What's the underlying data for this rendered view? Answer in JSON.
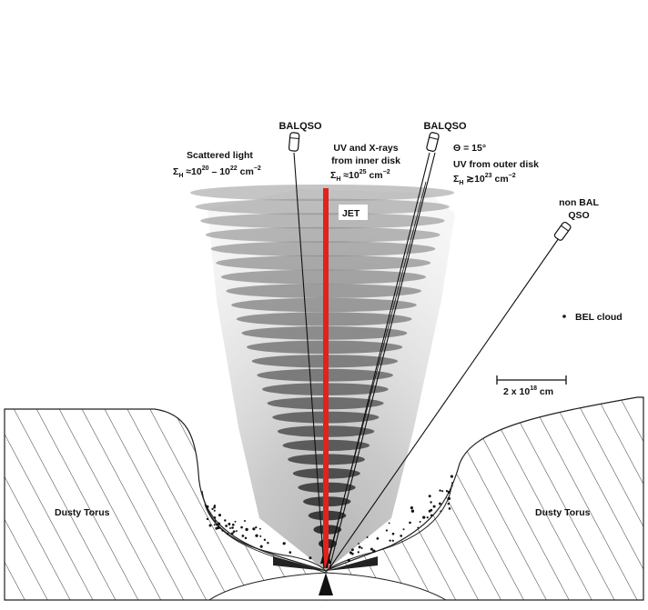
{
  "labels": {
    "balqso_left": "BALQSO",
    "balqso_right": "BALQSO",
    "scattered_line1": "Scattered light",
    "scattered_sigma": "Σ",
    "scattered_sub": "H",
    "scattered_mid": " ≈10",
    "scattered_exp1": "20",
    "scattered_dash": " – 10",
    "scattered_exp2": "22",
    "scattered_unit": " cm",
    "scattered_unit_exp": "−2",
    "uv_line1": "UV and X-rays",
    "uv_line2": "from inner disk",
    "uv_sigma": "Σ",
    "uv_sub": "H",
    "uv_mid": " ≈10",
    "uv_exp": "25",
    "uv_unit": " cm",
    "uv_unit_exp": "−2",
    "theta": "Θ = 15°",
    "outer_line1": "UV from outer disk",
    "outer_sigma": "Σ",
    "outer_sub": "H",
    "outer_mid": " ≳10",
    "outer_exp": "23",
    "outer_unit": " cm",
    "outer_unit_exp": "−2",
    "nonbal_line1": "non BAL",
    "nonbal_line2": "QSO",
    "jet": "JET",
    "bel_cloud": "BEL cloud",
    "scale_prefix": "2 x 10",
    "scale_exp": "18",
    "scale_unit": " cm",
    "torus_left": "Dusty Torus",
    "torus_right": "Dusty Torus"
  },
  "colors": {
    "jet": "#e0231b",
    "ink": "#111111",
    "wind": "#333333"
  }
}
